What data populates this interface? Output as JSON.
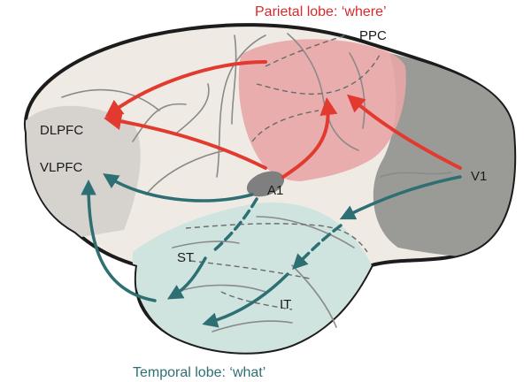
{
  "colors": {
    "dorsal_stream": "#e23a2f",
    "ventral_stream": "#2e6f73",
    "parietal_region": "#e8a6a6",
    "temporal_region": "#cfe3df",
    "occipital_region": "#9a9a96",
    "prefrontal_region": "#d6d2cd",
    "brain_fill": "#efeae4",
    "outline": "#1c1c1c"
  },
  "labels": {
    "parietal_title": "Parietal lobe: ‘where’",
    "temporal_title": "Temporal lobe: ‘what’",
    "ppc": "PPC",
    "dlpfc": "DLPFC",
    "vlpfc": "VLPFC",
    "a1": "A1",
    "v1": "V1",
    "st": "ST",
    "it": "IT"
  }
}
